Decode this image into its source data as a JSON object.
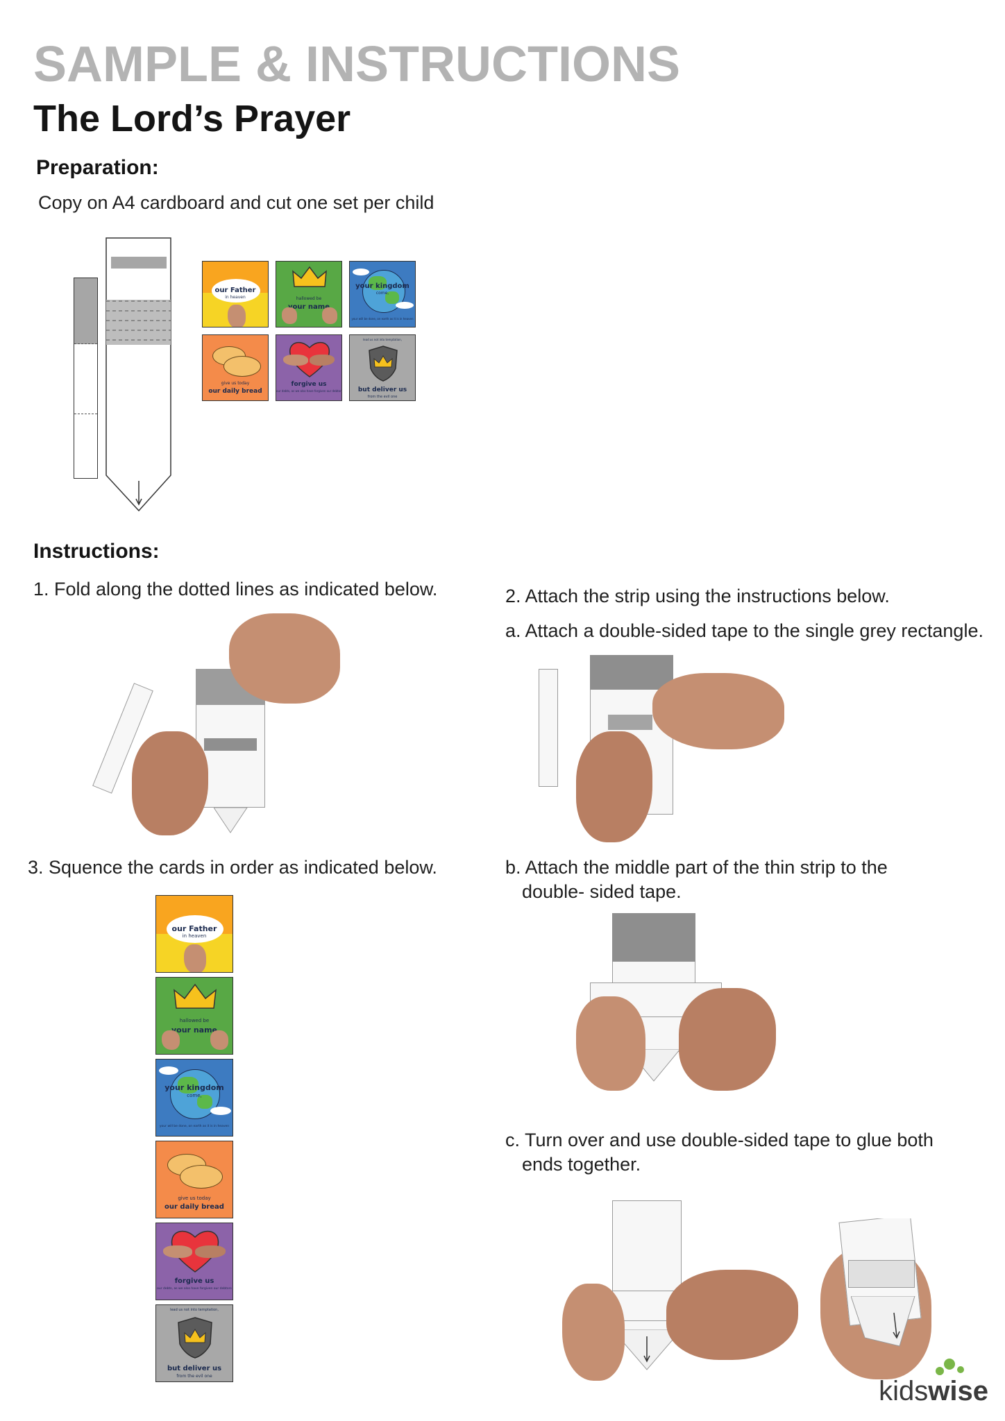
{
  "header": {
    "top": "SAMPLE & INSTRUCTIONS",
    "title": "The Lord’s Prayer"
  },
  "preparation": {
    "heading": "Preparation:",
    "text": "Copy on A4 cardboard and cut one set per child"
  },
  "instructions": {
    "heading": "Instructions:",
    "step1": "1. Fold along the dotted lines as indicated below.",
    "step2": "2. Attach the strip using the instructions below.",
    "step2a": "a. Attach a double-sided tape to the single grey rectangle.",
    "step2b_line1": "b. Attach the middle part of the thin strip to the",
    "step2b_line2": "double- sided tape.",
    "step3": "3. Squence the cards in order as indicated below.",
    "step2c_line1": "c. Turn over and use double-sided tape to glue both",
    "step2c_line2": "ends together."
  },
  "cards": [
    {
      "line1": "our Father",
      "line2": "in heaven",
      "bg": "#f6d425"
    },
    {
      "line1": "hallowed be",
      "line2": "your name",
      "bg": "#58a845"
    },
    {
      "line1": "your kingdom",
      "line2": "come,",
      "line3": "your will be done, on earth as it is in heaven",
      "bg": "#3d7bc1"
    },
    {
      "line1": "give us today",
      "line2": "our daily bread",
      "bg": "#f48b4a"
    },
    {
      "line1": "forgive us",
      "line2": "our debts, as we also have forgiven our debtors",
      "bg": "#8c63a9"
    },
    {
      "line1": "lead us not into temptation,",
      "line2": "but deliver us",
      "line3": "from the evil one",
      "bg": "#a8a8a8"
    }
  ],
  "logo": {
    "kids": "kids",
    "wise": "wise",
    "dot_color": "#7ab648"
  }
}
